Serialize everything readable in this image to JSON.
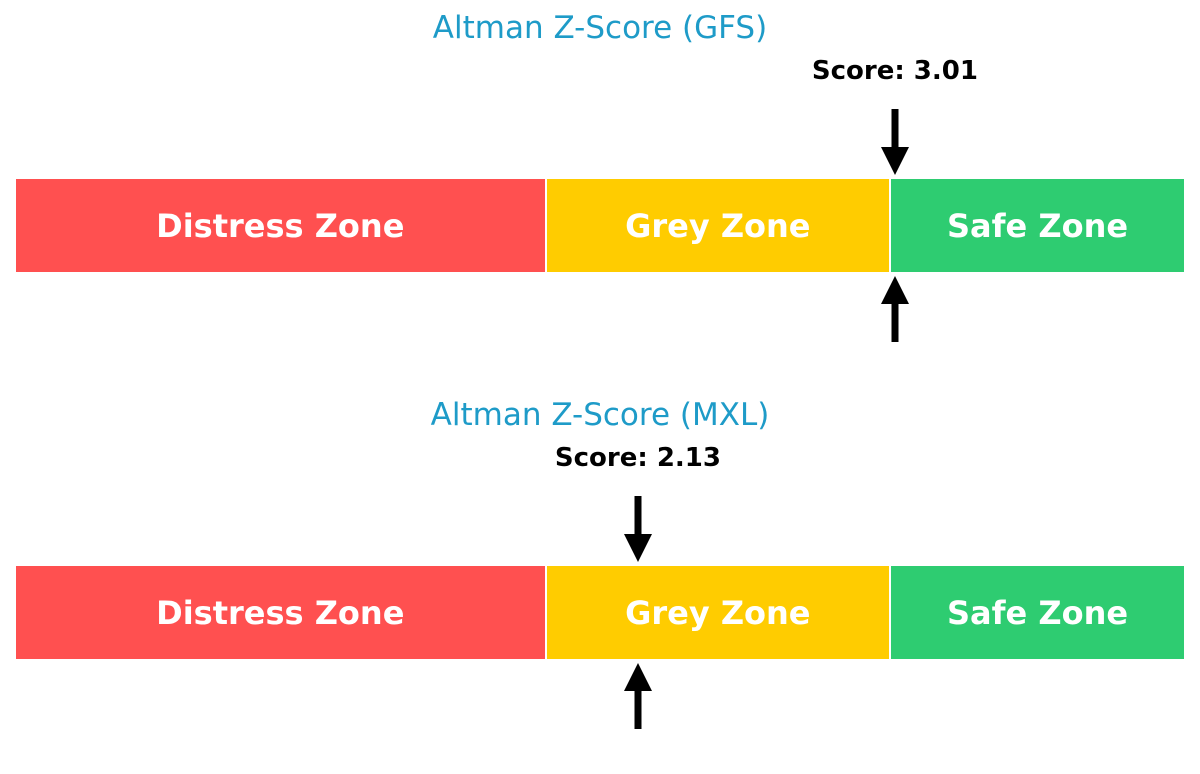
{
  "chart_data": [
    {
      "type": "gauge",
      "title": "Altman Z-Score (GFS)",
      "score_label": "Score: 3.01",
      "score": 3.01,
      "axis_range": [
        0.0,
        4.0
      ],
      "zones": [
        {
          "label": "Distress Zone",
          "from": 0.0,
          "to": 1.81,
          "color": "#ff5050"
        },
        {
          "label": "Grey Zone",
          "from": 1.81,
          "to": 2.99,
          "color": "#ffcc00"
        },
        {
          "label": "Safe Zone",
          "from": 2.99,
          "to": 4.0,
          "color": "#2ecc71"
        }
      ]
    },
    {
      "type": "gauge",
      "title": "Altman Z-Score (MXL)",
      "score_label": "Score: 2.13",
      "score": 2.13,
      "axis_range": [
        0.0,
        4.0
      ],
      "zones": [
        {
          "label": "Distress Zone",
          "from": 0.0,
          "to": 1.81,
          "color": "#ff5050"
        },
        {
          "label": "Grey Zone",
          "from": 1.81,
          "to": 2.99,
          "color": "#ffcc00"
        },
        {
          "label": "Safe Zone",
          "from": 2.99,
          "to": 4.0,
          "color": "#2ecc71"
        }
      ]
    }
  ],
  "colors": {
    "title": "#1e9bc8",
    "arrow": "#000000"
  }
}
